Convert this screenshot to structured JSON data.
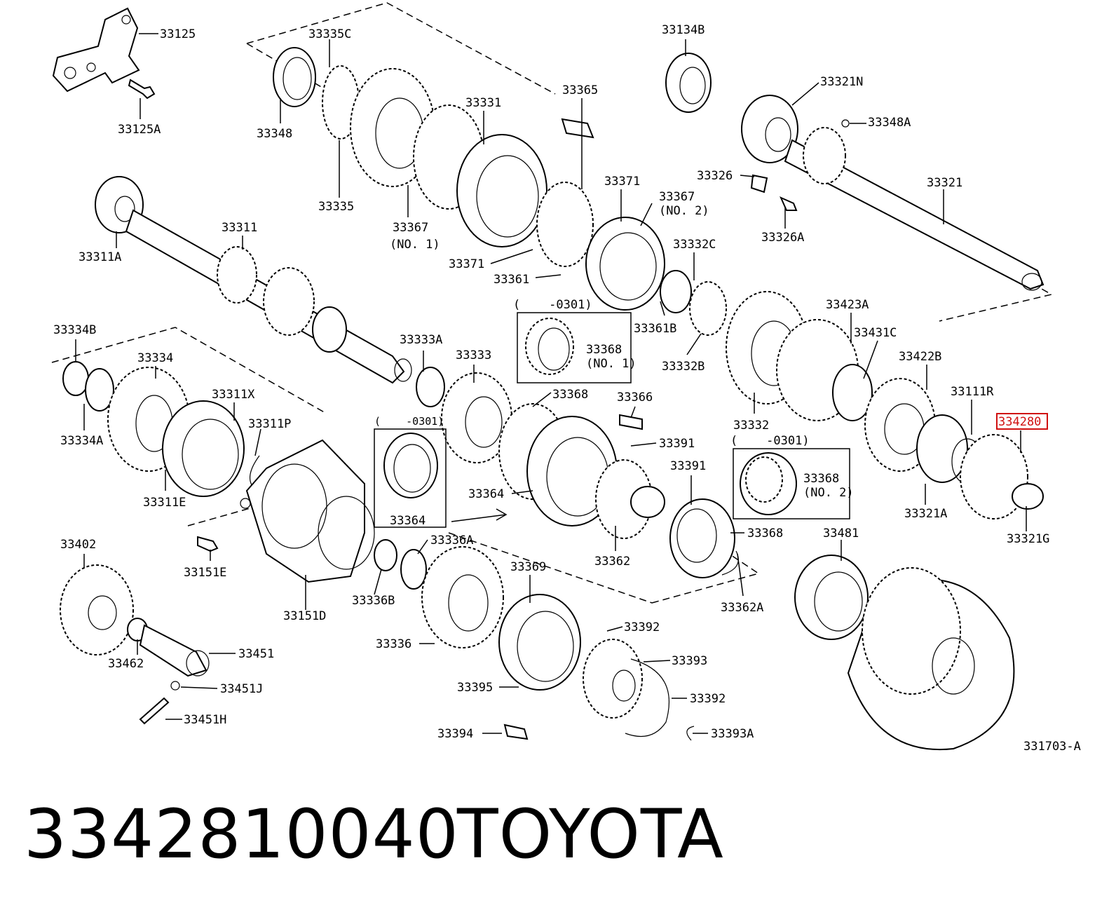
{
  "caption": {
    "part_number": "3342810040",
    "brand": "TOYOTA"
  },
  "highlight_color": "#d01010",
  "labels": {
    "p33125": "33125",
    "p33125A": "33125A",
    "p33335C": "33335C",
    "p33348": "33348",
    "p33335": "33335",
    "p33331": "33331",
    "p33367_1": "33367",
    "p33367_1n": "(NO. 1)",
    "p33365": "33365",
    "p33134B": "33134B",
    "p33321N": "33321N",
    "p33348A": "33348A",
    "p33326": "33326",
    "p33326A": "33326A",
    "p33321": "33321",
    "p33311": "33311",
    "p33311A": "33311A",
    "p33371a": "33371",
    "p33367_2": "33367",
    "p33367_2n": "(NO. 2)",
    "p33371b": "33371",
    "p33361": "33361",
    "p33332C": "33332C",
    "p33361B": "33361B",
    "p33332B": "33332B",
    "p33423A": "33423A",
    "p33431C": "33431C",
    "p33422B": "33422B",
    "p33111R": "33111R",
    "p33428": "334280",
    "p33321A": "33321A",
    "p33321G": "33321G",
    "p33332": "33332",
    "p33334B": "33334B",
    "p33334": "33334",
    "p33334A": "33334A",
    "p33311X": "33311X",
    "p33311P": "33311P",
    "p33311E": "33311E",
    "p33333A": "33333A",
    "p33333": "33333",
    "box1_range": "(    -0301)",
    "box1_part": "33368",
    "box1_note": "(NO. 1)",
    "p33368a": "33368",
    "p33366": "33366",
    "box2_range": "(    -0301)",
    "box2_part": "33364",
    "p33391a": "33391",
    "p33391b": "33391",
    "p33364": "33364",
    "box3_range": "(    -0301)",
    "box3_part": "33368",
    "box3_note": "(NO. 2)",
    "p33368b": "33368",
    "p33362": "33362",
    "p33362A": "33362A",
    "p33402": "33402",
    "p33151E": "33151E",
    "p33151D": "33151D",
    "p33462": "33462",
    "p33451": "33451",
    "p33451J": "33451J",
    "p33451H": "33451H",
    "p33336A": "33336A",
    "p33336B": "33336B",
    "p33369": "33369",
    "p33336": "33336",
    "p33392a": "33392",
    "p33393": "33393",
    "p33395": "33395",
    "p33392b": "33392",
    "p33394": "33394",
    "p33393A": "33393A",
    "p33481": "33481",
    "drawing_id": "331703-A"
  }
}
